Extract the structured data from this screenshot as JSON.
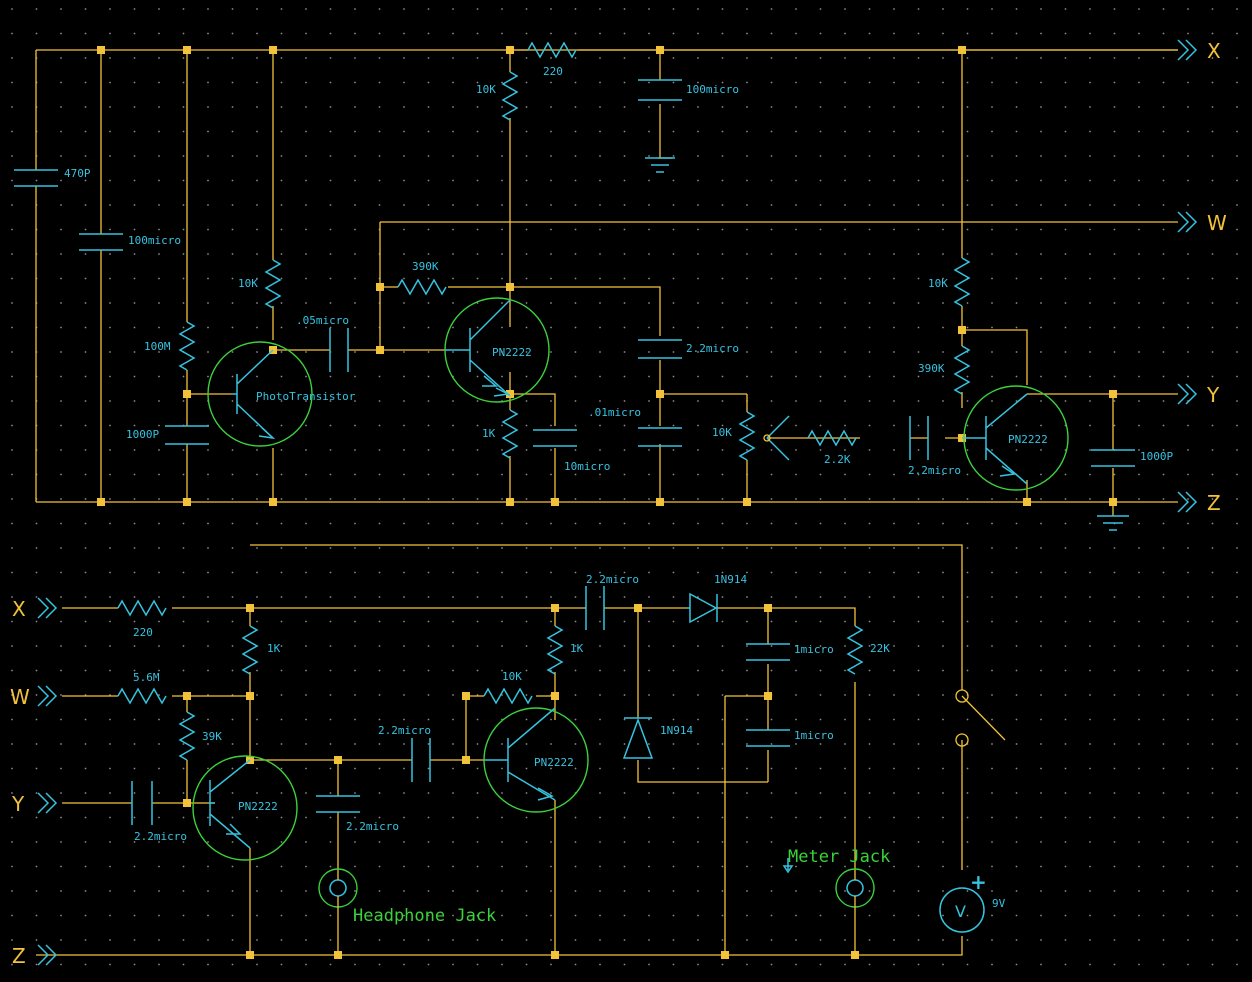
{
  "components": {
    "c_470p": "470P",
    "c_100micro_a": "100micro",
    "r_100m": "100M",
    "c_1000p_a": "1000P",
    "r_10k_a": "10K",
    "c_05micro": ".05micro",
    "phototransistor": "PhotoTransistor",
    "r_390k_a": "390K",
    "q1": "PN2222",
    "r_10k_b": "10K",
    "r_220_a": "220",
    "c_100micro_b": "100micro",
    "r_1k_a": "1K",
    "c_10micro": "10micro",
    "c_2_2micro_a": "2.2micro",
    "c_01micro": ".01micro",
    "pot_10k": "10K",
    "r_2_2k": "2.2K",
    "c_2_2micro_b": "2.2micro",
    "r_10k_c": "10K",
    "r_390k_b": "390K",
    "q2": "PN2222",
    "c_1000p_b": "1000P",
    "r_220_b": "220",
    "r_5_6m": "5.6M",
    "r_39k": "39K",
    "c_2_2micro_c": "2.2micro",
    "q3": "PN2222",
    "r_1k_b": "1K",
    "c_2_2micro_d": "2.2micro",
    "c_2_2micro_e": "2.2micro",
    "r_10k_d": "10K",
    "r_1k_c": "1K",
    "q4": "PN2222",
    "c_2_2micro_f": "2.2micro",
    "d_1n914_a": "1N914",
    "d_1n914_b": "1N914",
    "c_1micro_a": "1micro",
    "c_1micro_b": "1micro",
    "r_22k": "22K",
    "battery": "9V",
    "battery_symbol": "V",
    "battery_plus": "+"
  },
  "jacks": {
    "headphone": "Headphone Jack",
    "meter": "Meter Jack"
  },
  "nets": {
    "x": "X",
    "w": "W",
    "y": "Y",
    "z": "Z"
  },
  "colors": {
    "wire": "#f2c23a",
    "component": "#36c3e0",
    "highlight": "#3bd23b",
    "background": "#000000",
    "grid_dot": "#8a8a8a"
  }
}
